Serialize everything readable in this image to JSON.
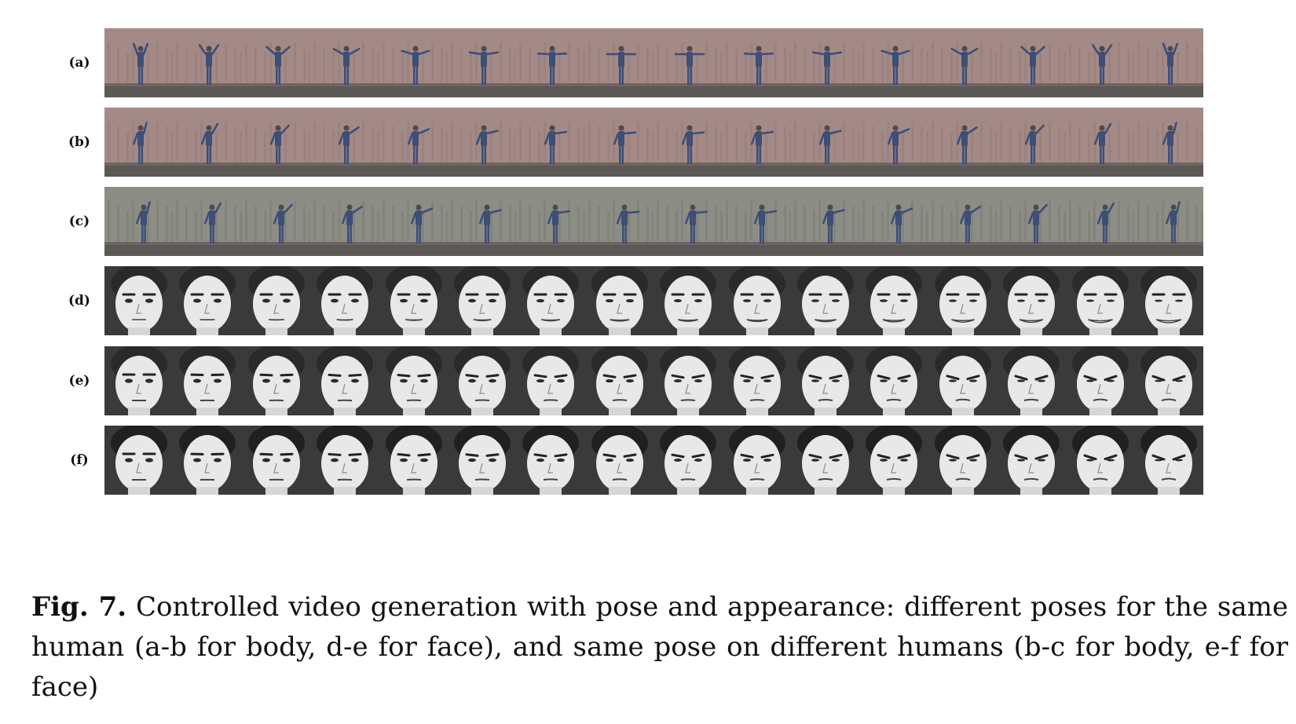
{
  "figure": {
    "rows": [
      {
        "label": "(a)",
        "kind": "body-brick",
        "motion": "arms-raise-lower",
        "frames": 16
      },
      {
        "label": "(b)",
        "kind": "body-brick",
        "motion": "one-arm-wave",
        "frames": 16
      },
      {
        "label": "(c)",
        "kind": "body-gray",
        "motion": "one-arm-wave",
        "frames": 16
      },
      {
        "label": "(d)",
        "kind": "face-a",
        "motion": "smile",
        "frames": 16
      },
      {
        "label": "(e)",
        "kind": "face-a",
        "motion": "frown",
        "frames": 16
      },
      {
        "label": "(f)",
        "kind": "face-b",
        "motion": "frown",
        "frames": 16
      }
    ],
    "colors": {
      "brick_wall": "#a48a86",
      "brick_dark": "#8e7370",
      "gray_wall": "#8c8e86",
      "ground": "#5b5856",
      "person": "#3d4e77",
      "face_bg": "#3a3a3a",
      "skin": "#e8e8e8"
    }
  },
  "caption": {
    "label": "Fig. 7.",
    "text": "Controlled video generation with pose and appearance: different poses for the same human (a-b for body, d-e for face), and same pose on different humans (b-c for body, e-f for face)"
  }
}
